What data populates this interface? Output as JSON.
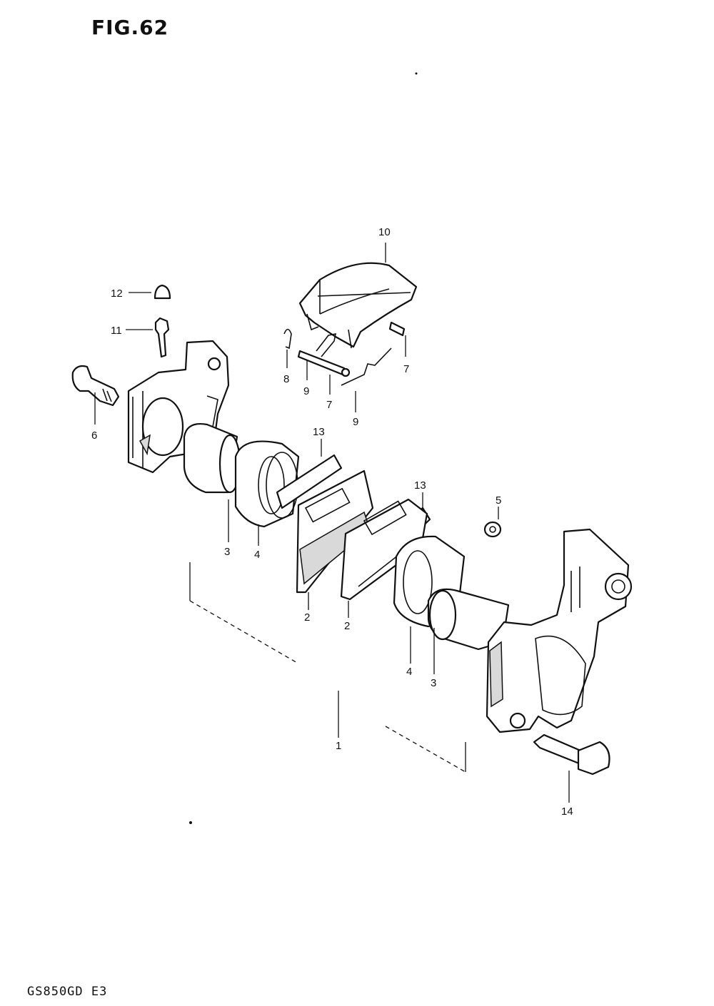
{
  "figure": {
    "title": "FIG.62",
    "model_code": "GS850GD  E3"
  },
  "callouts": {
    "c1": "1",
    "c2a": "2",
    "c2b": "2",
    "c3a": "3",
    "c3b": "3",
    "c4a": "4",
    "c4b": "4",
    "c5": "5",
    "c6": "6",
    "c7a": "7",
    "c7b": "7",
    "c8": "8",
    "c9a": "9",
    "c9b": "9",
    "c10": "10",
    "c11": "11",
    "c12": "12",
    "c13a": "13",
    "c13b": "13",
    "c14": "14"
  }
}
